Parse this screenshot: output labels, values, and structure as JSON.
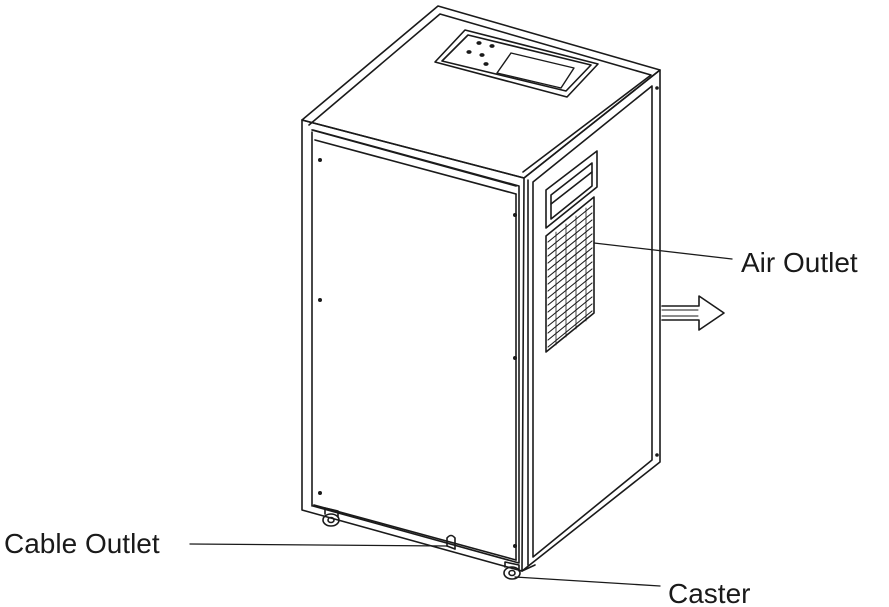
{
  "labels": {
    "air_outlet": "Air Outlet",
    "cable_outlet": "Cable Outlet",
    "caster": "Caster"
  },
  "colors": {
    "line": "#1a1a1a",
    "background": "#ffffff"
  }
}
